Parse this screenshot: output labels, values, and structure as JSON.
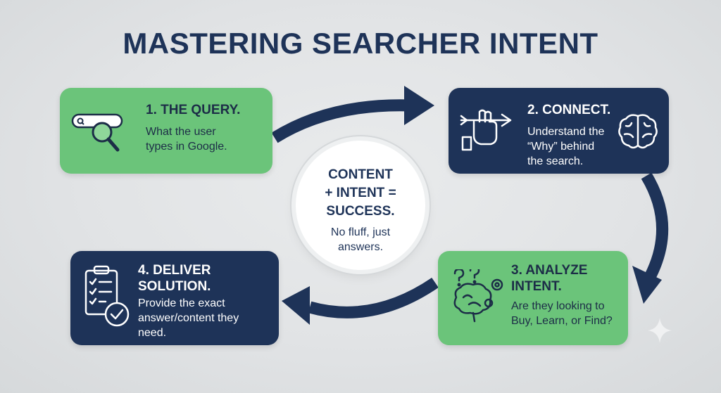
{
  "title": "MASTERING SEARCHER INTENT",
  "center": {
    "heading": [
      "CONTENT",
      "+ INTENT =",
      "SUCCESS."
    ],
    "subtext": [
      "No fluff, just",
      "answers."
    ]
  },
  "steps": [
    {
      "heading": [
        "1. THE QUERY."
      ],
      "description": [
        "What the user",
        "types in Google."
      ],
      "icon": "search-bar-magnifier-icon",
      "color": "#6bc47a"
    },
    {
      "heading": [
        "2. CONNECT."
      ],
      "description": [
        "Understand the",
        "“Why” behind",
        "the search."
      ],
      "icon": "hand-arrow-icon",
      "icon2": "brain-icon",
      "color": "#1e3358"
    },
    {
      "heading": [
        "3. ANALYZE",
        "INTENT."
      ],
      "description": [
        "Are they looking to",
        "Buy, Learn, or Find?"
      ],
      "icon": "brain-gears-question-icon",
      "color": "#6bc47a"
    },
    {
      "heading": [
        "4. DELIVER",
        "SOLUTION."
      ],
      "description": [
        "Provide the exact",
        "answer/content they",
        "need."
      ],
      "icon": "checklist-clipboard-icon",
      "color": "#1e3358"
    }
  ],
  "colors": {
    "navy": "#1e3358",
    "green": "#6bc47a",
    "background": "#e1e3e5"
  }
}
